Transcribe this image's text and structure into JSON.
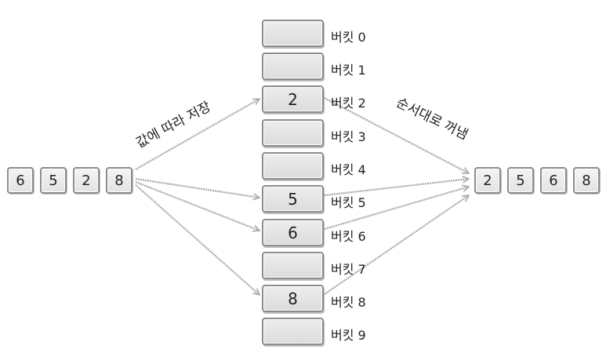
{
  "input_values": [
    "6",
    "5",
    "2",
    "8"
  ],
  "output_values": [
    "2",
    "5",
    "6",
    "8"
  ],
  "buckets": [
    {
      "label": "버킷 0",
      "value": ""
    },
    {
      "label": "버킷 1",
      "value": ""
    },
    {
      "label": "버킷 2",
      "value": "2"
    },
    {
      "label": "버킷 3",
      "value": ""
    },
    {
      "label": "버킷 4",
      "value": ""
    },
    {
      "label": "버킷 5",
      "value": "5"
    },
    {
      "label": "버킷 6",
      "value": "6"
    },
    {
      "label": "버킷 7",
      "value": ""
    },
    {
      "label": "버킷 8",
      "value": "8"
    },
    {
      "label": "버킷 9",
      "value": ""
    }
  ],
  "captions": {
    "store": "값에 따라 저장",
    "take": "순서대로 꺼냄"
  },
  "colors": {
    "arrow": "#a8a8a8",
    "box_border": "#8c8c8c",
    "box_fill": "#e3e3e3"
  }
}
